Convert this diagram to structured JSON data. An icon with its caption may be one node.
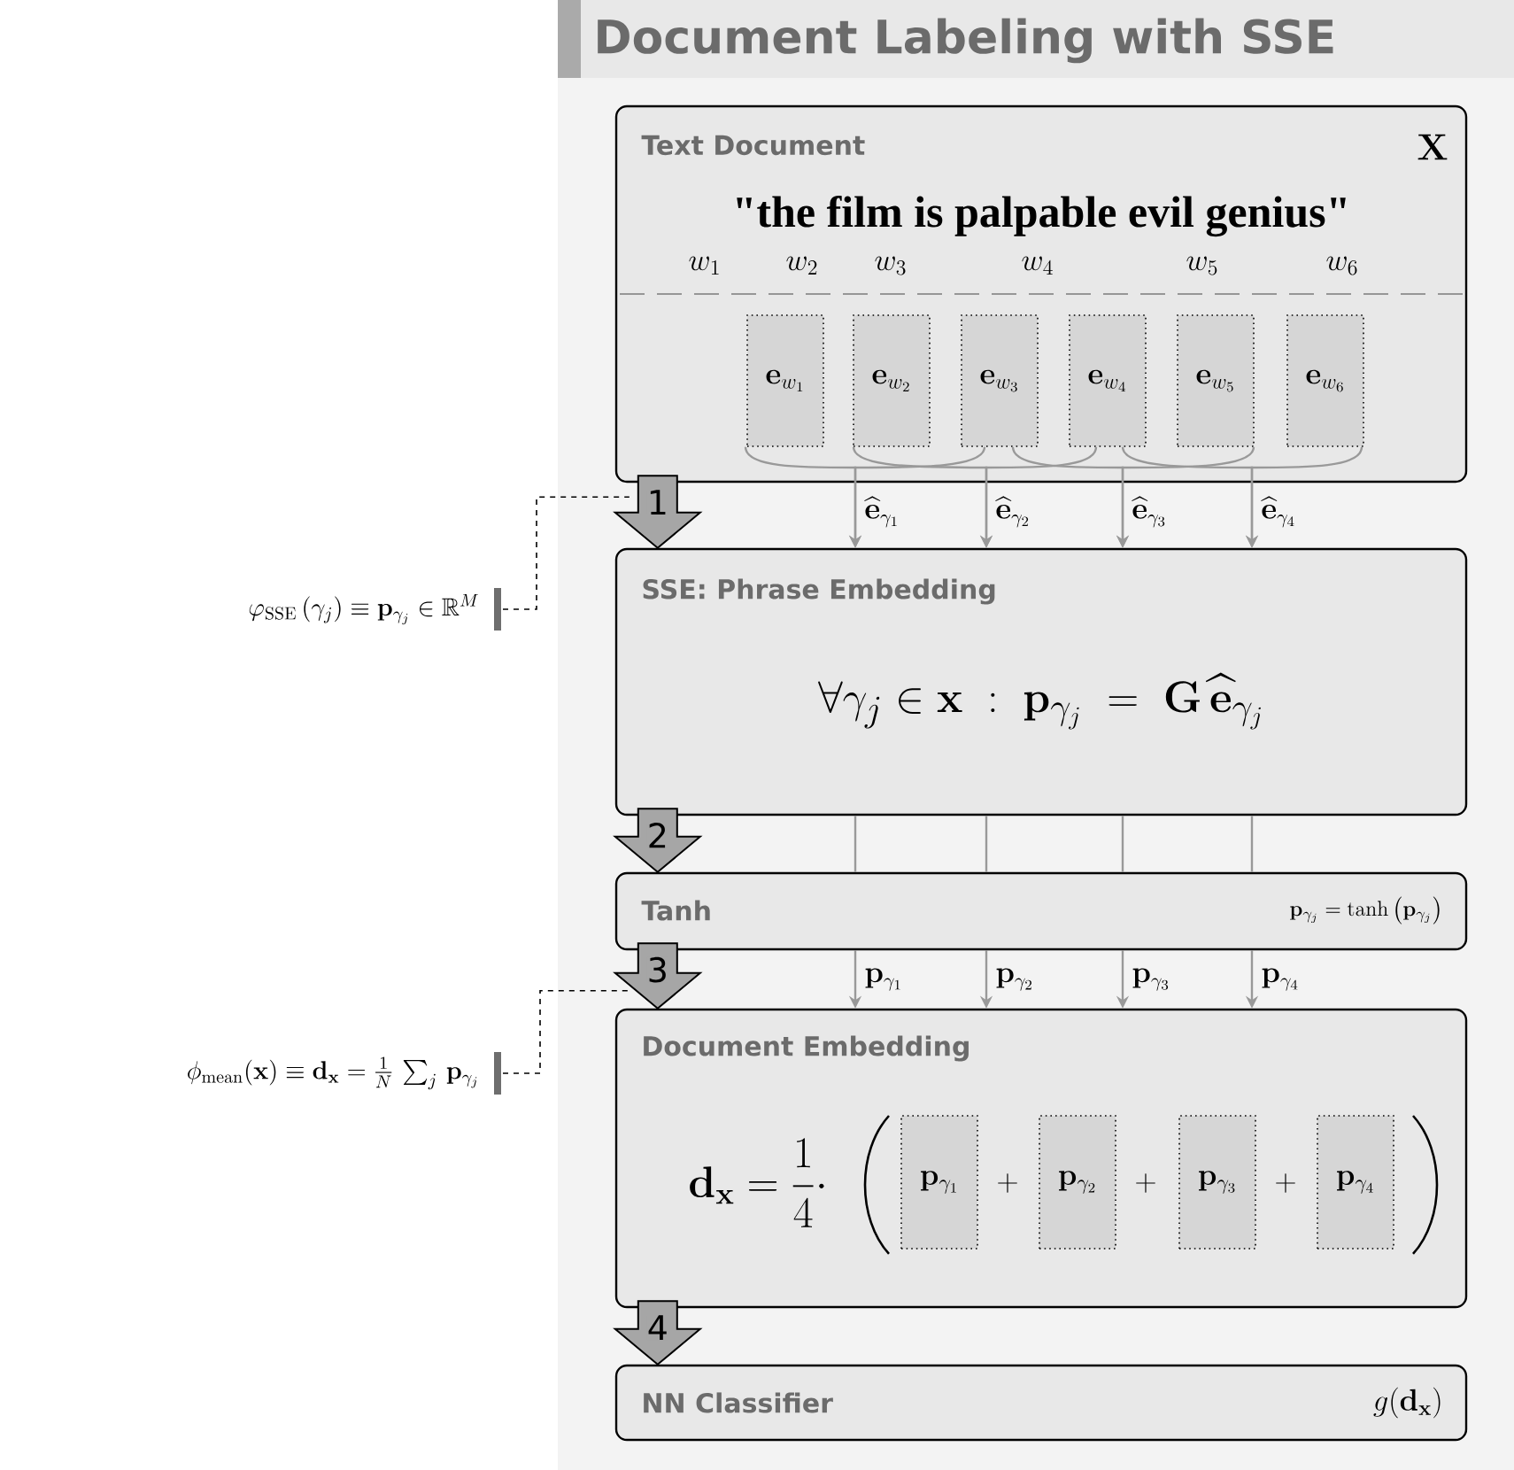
{
  "diagram": {
    "nodes": [
      {
        "text": [
          "Document Labeling with SSE"
        ]
      },
      {
        "text": [
          "Text Document",
          "\\mathbf{X}",
          "\"the film is palpable evil genius\""
        ]
      },
      {
        "text": [
          "\\mathbf{e}_{w_1}"
        ],
        "in": 1
      },
      {
        "text": [
          "\\mathbf{e}_{w_2}"
        ],
        "in": 1
      },
      {
        "text": [
          "\\mathbf{e}_{w_3}"
        ],
        "in": 1
      },
      {
        "text": [
          "\\mathbf{e}_{w_4}"
        ],
        "in": 1
      },
      {
        "text": [
          "\\mathbf{e}_{w_5}"
        ],
        "in": 1
      },
      {
        "text": [
          "\\mathbf{e}_{w_6}"
        ],
        "in": 1
      },
      {
        "text": [
          "SSE: Phrase Embedding",
          "\\forall\\gamma_j \\in \\mathbf{x} \\;:\\; \\mathbf{p}_{\\gamma_j} \\;=\\; \\mathbf{G}\\,\\widehat{\\mathbf{e}}_{\\gamma_j}"
        ]
      },
      {
        "text": [
          "Tanh",
          "\\mathbf{p}_{\\gamma_j} = \\tanh\\left(\\mathbf{p}_{\\gamma_j}\\right)"
        ]
      },
      {
        "text": [
          "Document Embedding",
          "\\mathbf{d}_{\\mathbf{x}} = \\frac{1}{4}\\cdot"
        ]
      },
      {
        "text": [
          "\\mathbf{p}_{\\gamma_1}"
        ],
        "in": 10
      },
      {
        "text": [
          "\\mathbf{p}_{\\gamma_2}"
        ],
        "in": 10
      },
      {
        "text": [
          "\\mathbf{p}_{\\gamma_3}"
        ],
        "in": 10
      },
      {
        "text": [
          "\\mathbf{p}_{\\gamma_4}"
        ],
        "in": 10
      },
      {
        "text": [
          "NN Classifier",
          "g(\\mathbf{d}_{\\mathbf{x}})"
        ]
      },
      {
        "text": [
          "\\varphi_{\\mathrm{SSE}}\\left(\\gamma_j\\right) \\equiv \\mathbf{p}_{\\gamma_j} \\in \\mathbb{R}^M"
        ]
      },
      {
        "text": [
          "\\phi_{\\mathrm{mean}}(\\mathbf{x}) \\equiv \\mathbf{d}_{\\mathbf{x}} = \\tfrac{1}{N}\\,\\sum_j\\,\\mathbf{p}_{\\gamma_j}"
        ]
      }
    ],
    "edges": [
      {
        "from": 1,
        "to": 8,
        "arrow": "to",
        "label": "1",
        "style": "thick",
        "color": "#000000"
      },
      {
        "from": 2,
        "to": 8,
        "arrow": "to",
        "label": "\\widehat{\\mathbf{e}}_{\\gamma_1}"
      },
      {
        "from": 4,
        "to": 8,
        "arrow": "to"
      },
      {
        "from": 3,
        "to": 8,
        "arrow": "to",
        "label": "\\widehat{\\mathbf{e}}_{\\gamma_2}"
      },
      {
        "from": 5,
        "to": 8,
        "arrow": "to"
      },
      {
        "from": 4,
        "to": 8,
        "arrow": "to",
        "label": "\\widehat{\\mathbf{e}}_{\\gamma_3}"
      },
      {
        "from": 6,
        "to": 8,
        "arrow": "to"
      },
      {
        "from": 5,
        "to": 8,
        "arrow": "to",
        "label": "\\widehat{\\mathbf{e}}_{\\gamma_4}"
      },
      {
        "from": 7,
        "to": 8,
        "arrow": "to"
      },
      {
        "from": 8,
        "to": 9,
        "arrow": "to",
        "label": "2",
        "style": "thick",
        "color": "#000000"
      },
      {
        "from": 8,
        "to": 9,
        "arrow": "none"
      },
      {
        "from": 8,
        "to": 9,
        "arrow": "none"
      },
      {
        "from": 8,
        "to": 9,
        "arrow": "none"
      },
      {
        "from": 8,
        "to": 9,
        "arrow": "none"
      },
      {
        "from": 9,
        "to": 10,
        "arrow": "to",
        "label": "3",
        "style": "thick",
        "color": "#000000"
      },
      {
        "from": 9,
        "to": 10,
        "arrow": "to",
        "label": "\\mathbf{p}_{\\gamma_1}"
      },
      {
        "from": 9,
        "to": 10,
        "arrow": "to",
        "label": "\\mathbf{p}_{\\gamma_2}"
      },
      {
        "from": 9,
        "to": 10,
        "arrow": "to",
        "label": "\\mathbf{p}_{\\gamma_3}"
      },
      {
        "from": 9,
        "to": 10,
        "arrow": "to",
        "label": "\\mathbf{p}_{\\gamma_4}"
      },
      {
        "from": 10,
        "to": 15,
        "arrow": "to",
        "label": "4",
        "style": "thick",
        "color": "#000000"
      },
      {
        "from": 16,
        "to": 1,
        "arrow": "none",
        "style": "dashed",
        "color": "#000000"
      },
      {
        "from": 17,
        "to": 10,
        "arrow": "none",
        "style": "dashed",
        "color": "#000000"
      }
    ],
    "labels": [
      "w_1",
      "w_2",
      "w_3",
      "w_4",
      "w_5",
      "w_6",
      "+",
      "+",
      "+"
    ]
  }
}
